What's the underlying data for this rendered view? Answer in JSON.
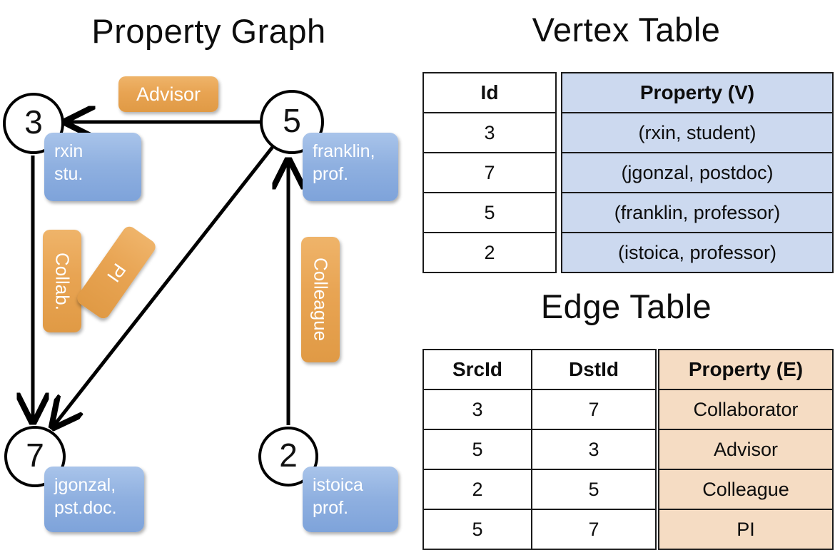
{
  "titles": {
    "property_graph": "Property Graph",
    "vertex_table": "Vertex Table",
    "edge_table": "Edge Table"
  },
  "colors": {
    "vertex_property_fill": "#ccd9ef",
    "edge_property_fill": "#f5dcc3",
    "node_box_blue": "#8fb0e0",
    "edge_label_orange": "#e8a453",
    "stroke": "#000000"
  },
  "graph": {
    "vertices": [
      {
        "id": "3",
        "property_line1": "rxin",
        "property_line2": "stu."
      },
      {
        "id": "5",
        "property_line1": "franklin,",
        "property_line2": "prof."
      },
      {
        "id": "7",
        "property_line1": "jgonzal,",
        "property_line2": "pst.doc."
      },
      {
        "id": "2",
        "property_line1": "istoica",
        "property_line2": "prof."
      }
    ],
    "edge_labels": [
      {
        "text": "Advisor",
        "orientation": "horizontal"
      },
      {
        "text": "Collab.",
        "orientation": "vertical"
      },
      {
        "text": "PI",
        "orientation": "diagonal"
      },
      {
        "text": "Colleague",
        "orientation": "vertical"
      }
    ],
    "edges": [
      {
        "from": "5",
        "to": "3",
        "label": "Advisor"
      },
      {
        "from": "3",
        "to": "7",
        "label": "Collab."
      },
      {
        "from": "5",
        "to": "7",
        "label": "PI"
      },
      {
        "from": "2",
        "to": "5",
        "label": "Colleague"
      }
    ]
  },
  "vertex_table": {
    "headers": [
      "Id",
      "Property (V)"
    ],
    "rows": [
      {
        "id": "3",
        "property": "(rxin, student)"
      },
      {
        "id": "7",
        "property": "(jgonzal, postdoc)"
      },
      {
        "id": "5",
        "property": "(franklin, professor)"
      },
      {
        "id": "2",
        "property": "(istoica, professor)"
      }
    ]
  },
  "edge_table": {
    "headers": [
      "SrcId",
      "DstId",
      "Property (E)"
    ],
    "rows": [
      {
        "src": "3",
        "dst": "7",
        "property": "Collaborator"
      },
      {
        "src": "5",
        "dst": "3",
        "property": "Advisor"
      },
      {
        "src": "2",
        "dst": "5",
        "property": "Colleague"
      },
      {
        "src": "5",
        "dst": "7",
        "property": "PI"
      }
    ]
  }
}
